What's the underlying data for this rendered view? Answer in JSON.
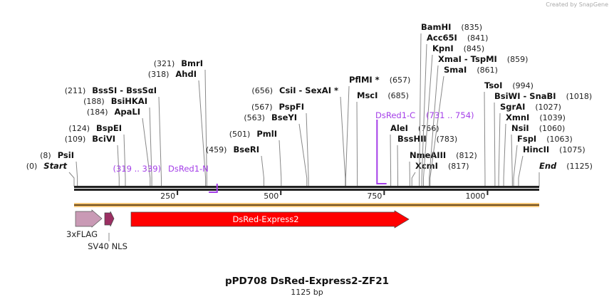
{
  "credit": "Created by SnapGene",
  "title": "pPD708 DsRed-Express2-ZF21",
  "length_label": "1125 bp",
  "length": 1125,
  "ticks": [
    250,
    500,
    750,
    1000
  ],
  "enzymes": [
    {
      "name": "Start",
      "pos": 0,
      "side": "left",
      "italic": true
    },
    {
      "name": "PsiI",
      "pos": 8,
      "side": "left"
    },
    {
      "name": "BciVI",
      "pos": 109,
      "side": "left"
    },
    {
      "name": "BspEI",
      "pos": 124,
      "side": "left"
    },
    {
      "name": "ApaLI",
      "pos": 184,
      "side": "left"
    },
    {
      "name": "BsiHKAI",
      "pos": 188,
      "side": "left"
    },
    {
      "name": "BssSI  - BssSαI",
      "pos": 211,
      "side": "left"
    },
    {
      "name": "AhdI",
      "pos": 318,
      "side": "left"
    },
    {
      "name": "BmrI",
      "pos": 321,
      "side": "left"
    },
    {
      "name": "BseRI",
      "pos": 459,
      "side": "left"
    },
    {
      "name": "PmlI",
      "pos": 501,
      "side": "left"
    },
    {
      "name": "BseYI",
      "pos": 563,
      "side": "left"
    },
    {
      "name": "PspFI",
      "pos": 567,
      "side": "left"
    },
    {
      "name": "CsiI  - SexAI *",
      "pos": 656,
      "side": "left"
    },
    {
      "name": "PflMI *",
      "pos": 657,
      "side": "right"
    },
    {
      "name": "MscI",
      "pos": 685,
      "side": "right"
    },
    {
      "name": "AleI",
      "pos": 766,
      "side": "right"
    },
    {
      "name": "BssHII",
      "pos": 783,
      "side": "right"
    },
    {
      "name": "NmeAIII",
      "pos": 812,
      "side": "right"
    },
    {
      "name": "XcmI",
      "pos": 817,
      "side": "right"
    },
    {
      "name": "BamHI",
      "pos": 835,
      "side": "right"
    },
    {
      "name": "Acc65I",
      "pos": 841,
      "side": "right"
    },
    {
      "name": "KpnI",
      "pos": 845,
      "side": "right"
    },
    {
      "name": "XmaI  - TspMI",
      "pos": 859,
      "side": "right"
    },
    {
      "name": "SmaI",
      "pos": 861,
      "side": "right"
    },
    {
      "name": "TsoI",
      "pos": 994,
      "side": "right"
    },
    {
      "name": "BsiWI  - SnaBI",
      "pos": 1018,
      "side": "right"
    },
    {
      "name": "SgrAI",
      "pos": 1027,
      "side": "right"
    },
    {
      "name": "XmnI",
      "pos": 1039,
      "side": "right"
    },
    {
      "name": "NsiI",
      "pos": 1060,
      "side": "right"
    },
    {
      "name": "FspI",
      "pos": 1063,
      "side": "right"
    },
    {
      "name": "HincII",
      "pos": 1075,
      "side": "right"
    },
    {
      "name": "End",
      "pos": 1125,
      "side": "right",
      "italic": true
    }
  ],
  "primers": [
    {
      "name": "DsRed1-N",
      "range": "(319 .. 339)",
      "start": 319,
      "end": 339,
      "strand": "reverse"
    },
    {
      "name": "DsRed1-C",
      "range": "(731 .. 754)",
      "start": 731,
      "end": 754,
      "strand": "forward"
    }
  ],
  "features": [
    {
      "name": "3xFLAG",
      "color": "#c99ab5"
    },
    {
      "name": "SV40 NLS",
      "color": "#9b2f62"
    },
    {
      "name": "DsRed-Express2",
      "color": "#ff0000"
    }
  ],
  "colors": {
    "primer": "#a43ee8",
    "orf_bar": "#f5c77a"
  }
}
